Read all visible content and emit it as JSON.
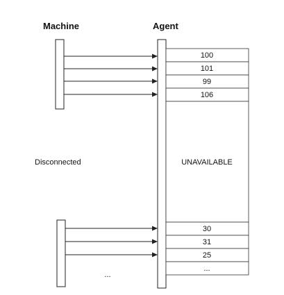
{
  "machine_label": "Machine",
  "agent_label": "Agent",
  "disconnected_label": "Disconnected",
  "unavailable_label": "UNAVAILABLE",
  "machine_ellipsis": "...",
  "top_values": [
    "100",
    "101",
    "99",
    "106"
  ],
  "bottom_values": [
    "30",
    "31",
    "25",
    "..."
  ]
}
